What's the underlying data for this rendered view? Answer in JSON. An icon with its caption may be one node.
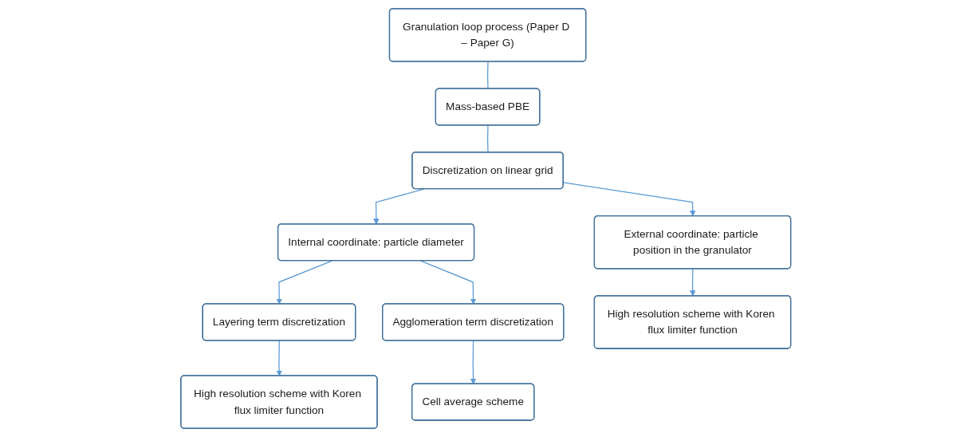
{
  "diagram": {
    "nodes": [
      {
        "text": [
          "Granulation loop process (Paper D – Paper G)"
        ]
      },
      {
        "text": [
          "Mass-based PBE"
        ]
      },
      {
        "text": [
          "Discretization on linear grid"
        ]
      },
      {
        "text": [
          "Internal coordinate: particle diameter"
        ]
      },
      {
        "text": [
          "External coordinate: particle position in the granulator"
        ]
      },
      {
        "text": [
          "Layering term discretization"
        ]
      },
      {
        "text": [
          "Agglomeration term discretization"
        ]
      },
      {
        "text": [
          "High resolution scheme with Koren flux limiter function"
        ]
      },
      {
        "text": [
          "High resolution scheme with Koren flux limiter function"
        ]
      },
      {
        "text": [
          "Cell average scheme"
        ]
      }
    ],
    "edges": [
      {
        "from": 0,
        "to": 1,
        "arrow": "none"
      },
      {
        "from": 1,
        "to": 2,
        "arrow": "none"
      },
      {
        "from": 2,
        "to": 3,
        "arrow": "to"
      },
      {
        "from": 2,
        "to": 4,
        "arrow": "to"
      },
      {
        "from": 3,
        "to": 5,
        "arrow": "to"
      },
      {
        "from": 3,
        "to": 6,
        "arrow": "to"
      },
      {
        "from": 4,
        "to": 7,
        "arrow": "to"
      },
      {
        "from": 5,
        "to": 8,
        "arrow": "to"
      },
      {
        "from": 6,
        "to": 9,
        "arrow": "to"
      }
    ]
  }
}
